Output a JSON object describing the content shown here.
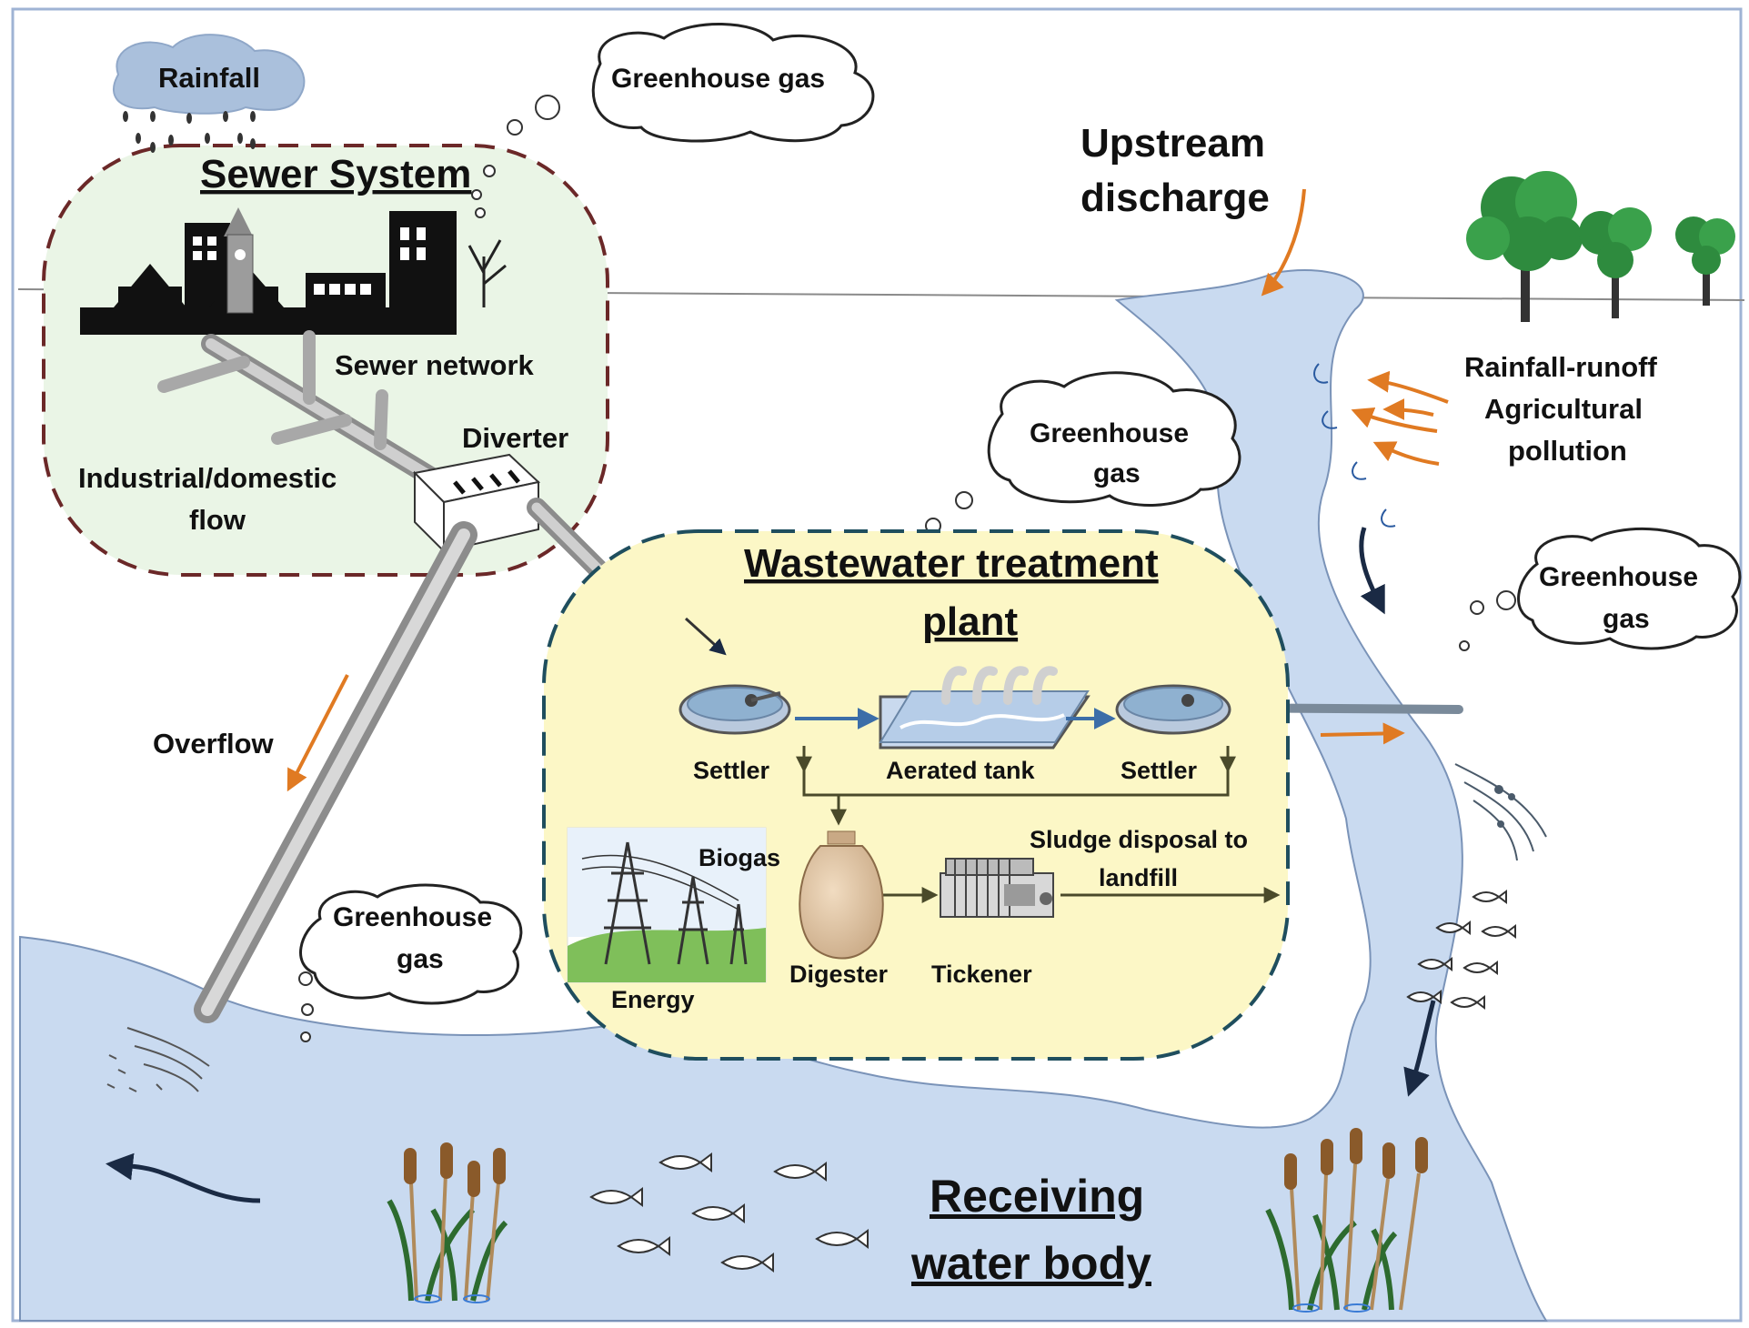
{
  "labels": {
    "rainfall": "Rainfall",
    "sewer_system": "Sewer System",
    "sewer_network": "Sewer network",
    "diverter": "Diverter",
    "industrial_domestic_line1": "Industrial/domestic",
    "industrial_domestic_line2": "flow",
    "overflow": "Overflow",
    "upstream_line1": "Upstream",
    "upstream_line2": "discharge",
    "runoff_line1": "Rainfall-runoff",
    "runoff_line2": "Agricultural",
    "runoff_line3": "pollution",
    "wwtp_line1": "Wastewater treatment",
    "wwtp_line2": "plant",
    "settler_1": "Settler",
    "aerated_tank": "Aerated tank",
    "settler_2": "Settler",
    "biogas": "Biogas",
    "energy": "Energy",
    "digester": "Digester",
    "tickener": "Tickener",
    "sludge_line1": "Sludge disposal to",
    "sludge_line2": "landfill",
    "receiving_line1": "Receiving",
    "receiving_line2": "water body"
  },
  "clouds": {
    "top_center": "Greenhouse gas",
    "middle_line1": "Greenhouse",
    "middle_line2": "gas",
    "right_line1": "Greenhouse",
    "right_line2": "gas",
    "left_line1": "Greenhouse",
    "left_line2": "gas"
  },
  "colors": {
    "water": "#c9daf0",
    "sewer_zone_fill": "#eaf5e6",
    "sewer_zone_border": "#6b2828",
    "wwtp_zone_fill": "#fcf7c6",
    "wwtp_zone_border": "#1f4e5e",
    "orange_arrow": "#e07a22",
    "blue_arrow": "#3c6ea8",
    "dark_arrow": "#1a2a44",
    "pipe": "#a8a8a8"
  }
}
